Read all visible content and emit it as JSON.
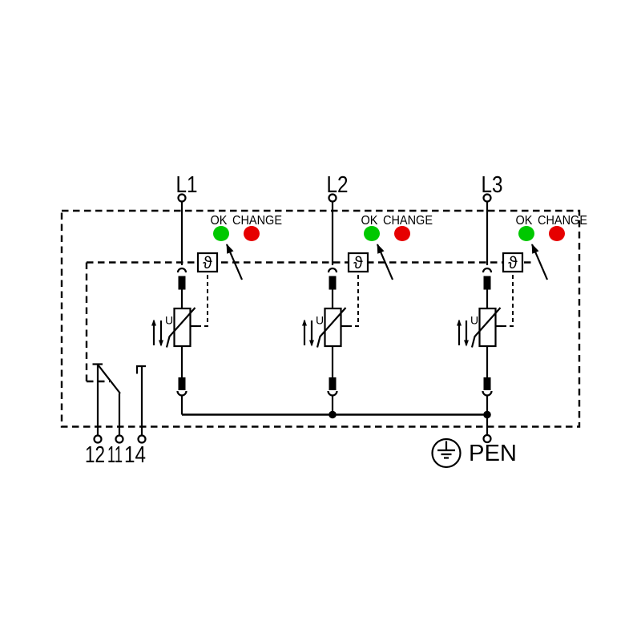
{
  "phases": [
    {
      "label": "L1",
      "ok_label": "OK",
      "change_label": "CHANGE",
      "theta_symbol": "ϑ",
      "u_label": "U"
    },
    {
      "label": "L2",
      "ok_label": "OK",
      "change_label": "CHANGE",
      "theta_symbol": "ϑ",
      "u_label": "U"
    },
    {
      "label": "L3",
      "ok_label": "OK",
      "change_label": "CHANGE",
      "theta_symbol": "ϑ",
      "u_label": "U"
    }
  ],
  "remote_contact": {
    "terminal_12": "12",
    "terminal_11": "11",
    "terminal_14": "14"
  },
  "earth": {
    "label": "PEN"
  },
  "colors": {
    "ok_led": "#00c800",
    "change_led": "#e60000",
    "line": "#000000",
    "background": "#ffffff"
  }
}
